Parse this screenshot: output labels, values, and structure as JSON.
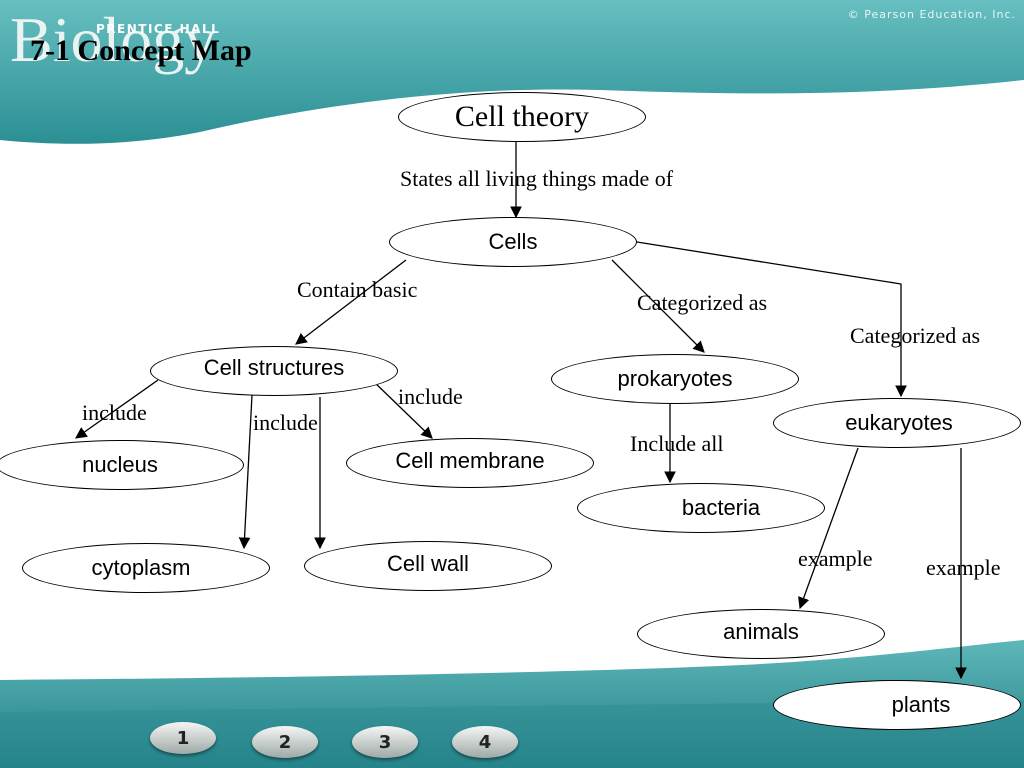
{
  "header": {
    "publisher": "PRENTICE HALL",
    "logo_text": "Biology",
    "copyright": "© Pearson Education, Inc.",
    "title": "7-1 Concept Map"
  },
  "nodes": {
    "cell_theory": "Cell theory",
    "cells": "Cells",
    "cell_structures": "Cell structures",
    "prokaryotes": "prokaryotes",
    "eukaryotes": "eukaryotes",
    "nucleus": "nucleus",
    "cell_membrane": "Cell membrane",
    "bacteria": "bacteria",
    "cytoplasm": "cytoplasm",
    "cell_wall": "Cell wall",
    "animals": "animals",
    "plants": "plants"
  },
  "links": {
    "states": "States all living things made of",
    "contain_basic": "Contain basic",
    "categorized_1": "Categorized as",
    "categorized_2": "Categorized as",
    "include_1": "include",
    "include_2": "include",
    "include_3": "include",
    "include_all": "Include all",
    "example_1": "example",
    "example_2": "example"
  },
  "nav": {
    "buttons": [
      "1",
      "2",
      "3",
      "4"
    ]
  },
  "colors": {
    "teal_dark": "#2b8f94",
    "teal_light": "#8ed2d2",
    "line": "#000000"
  }
}
